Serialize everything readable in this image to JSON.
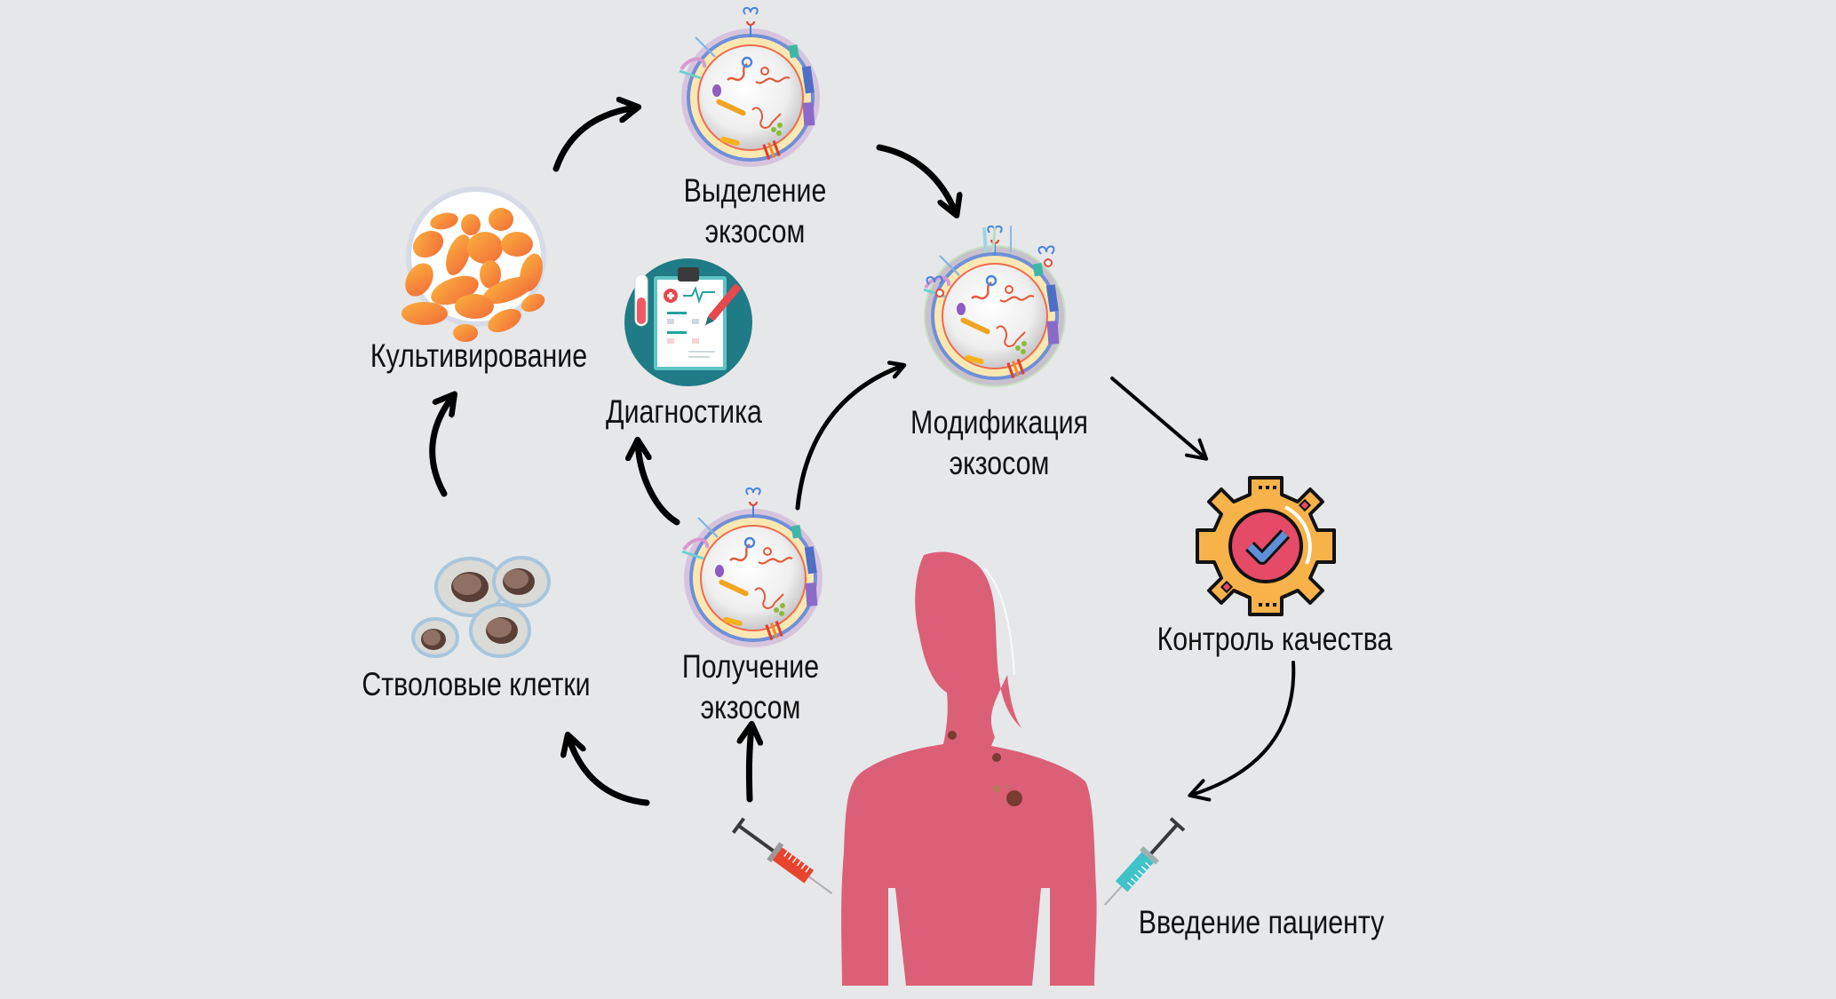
{
  "diagram": {
    "title": "Exosome therapy cycle",
    "background_color": "#e6e7e9",
    "colors": {
      "patient": "#dc5f78",
      "diagnostics_circle": "#1f7b85",
      "quality_gear": "#f7b24a",
      "check_circle": "#e54a67",
      "syringe_left": "#e8432e",
      "syringe_right": "#3fc3c9",
      "arrow": "#000000"
    },
    "nodes": [
      {
        "id": "isolation",
        "icon": "exosome-icon",
        "lines": [
          "Выделение",
          "экзосом"
        ]
      },
      {
        "id": "modification",
        "icon": "modified-exosome-icon",
        "lines": [
          "Модификация",
          "экзосом"
        ]
      },
      {
        "id": "quality",
        "icon": "quality-gear-icon",
        "lines": [
          "Контроль качества"
        ]
      },
      {
        "id": "administration",
        "icon": "syringe-icon",
        "lines": [
          "Введение пациенту"
        ]
      },
      {
        "id": "obtaining",
        "icon": "exosome-icon",
        "lines": [
          "Получение",
          "экзосом"
        ]
      },
      {
        "id": "stem_cells",
        "icon": "stem-cells-icon",
        "lines": [
          "Стволовые клетки"
        ]
      },
      {
        "id": "cultivation",
        "icon": "petri-dish-icon",
        "lines": [
          "Культивирование"
        ]
      },
      {
        "id": "diagnostics",
        "icon": "clipboard-icon",
        "lines": [
          "Диагностика"
        ]
      }
    ],
    "edges": [
      {
        "from": "cultivation",
        "to": "isolation"
      },
      {
        "from": "isolation",
        "to": "modification"
      },
      {
        "from": "modification",
        "to": "quality"
      },
      {
        "from": "quality",
        "to": "administration"
      },
      {
        "from": "patient",
        "to": "obtaining"
      },
      {
        "from": "patient",
        "to": "stem_cells"
      },
      {
        "from": "stem_cells",
        "to": "cultivation"
      },
      {
        "from": "obtaining",
        "to": "diagnostics"
      },
      {
        "from": "obtaining",
        "to": "modification"
      }
    ]
  }
}
